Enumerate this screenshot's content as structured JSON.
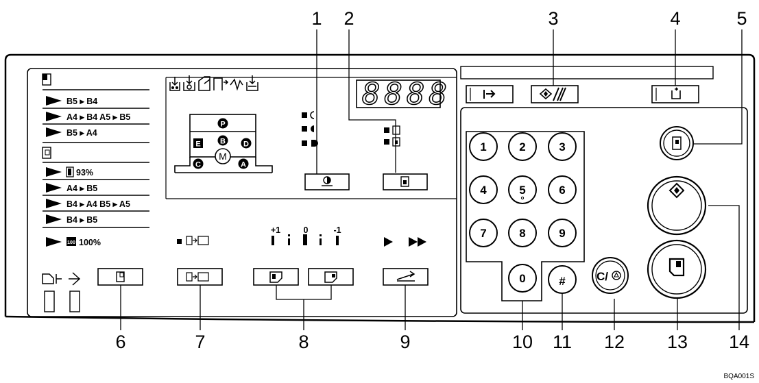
{
  "callouts": [
    "1",
    "2",
    "3",
    "4",
    "5",
    "6",
    "7",
    "8",
    "9",
    "10",
    "11",
    "12",
    "13",
    "14"
  ],
  "image_code": "BQA001S",
  "display_digits": "8888",
  "reduce_enlarge": {
    "enlarge_items": [
      "B5 ▸ B4",
      "A4 ▸ B4  A5 ▸ B5",
      "B5 ▸ A4"
    ],
    "reduce_items": [
      "93%",
      "A4 ▸ B5",
      "B4 ▸ A4  B5 ▸ A5",
      "B4 ▸ B5"
    ],
    "full_size": "100%",
    "full_size_badge": "100"
  },
  "paper_tray": {
    "letters": [
      "P",
      "E",
      "B",
      "D",
      "M",
      "C",
      "A"
    ]
  },
  "image_position_scale": [
    "+1",
    "0",
    "-1"
  ],
  "keypad": {
    "digits": [
      "1",
      "2",
      "3",
      "4",
      "5",
      "6",
      "7",
      "8",
      "9",
      "0"
    ],
    "hash": "#",
    "clear_stop": "C/"
  },
  "icons": [
    "enlarge-icon",
    "reduce-icon",
    "misfeed-icon",
    "toner-icon",
    "paper-icon",
    "door-open-icon",
    "waste-toner-icon",
    "tray-icon",
    "image-density-icon",
    "original-type-icon",
    "interrupt-icon",
    "clear-modes-icon",
    "auto-reset-icon",
    "energy-saver-icon",
    "start-icon",
    "sort-icon",
    "combine-icon",
    "image-shift-icon",
    "speed-icon"
  ]
}
